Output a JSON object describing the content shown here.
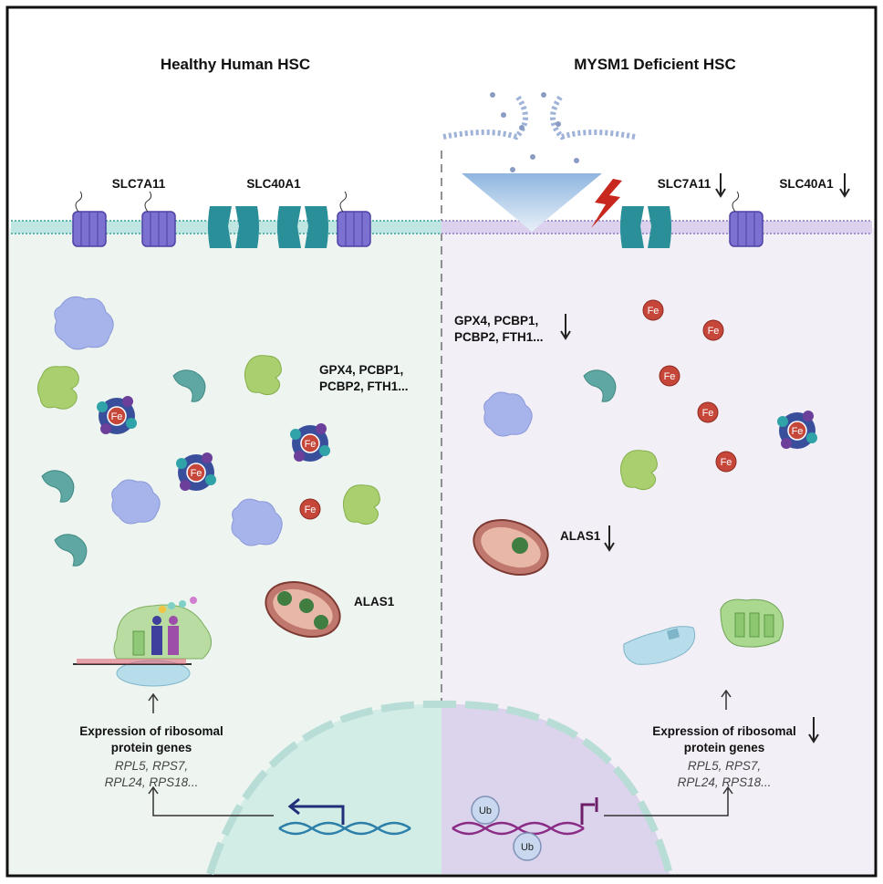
{
  "panels": {
    "left": {
      "title": "Healthy Human HSC",
      "transporters": [
        "SLC7A11",
        "SLC40A1"
      ],
      "proteins": [
        "GPX4, PCBP1,",
        "PCBP2, FTH1..."
      ],
      "enzyme": "ALAS1",
      "expression": [
        "Expression of ribosomal",
        "protein genes"
      ],
      "genes": [
        "RPL5, RPS7,",
        "RPL24, RPS18..."
      ]
    },
    "right": {
      "title": "MYSM1 Deficient HSC",
      "transporters": [
        "SLC7A11",
        "SLC40A1"
      ],
      "proteins": [
        "GPX4, PCBP1,",
        "PCBP2, FTH1..."
      ],
      "enzyme": "ALAS1",
      "expression": [
        "Expression of ribosomal",
        "protein genes"
      ],
      "genes": [
        "RPL5, RPS7,",
        "RPL24, RPS18..."
      ]
    }
  },
  "iron_label": "Fe",
  "ubiquitin_label": "Ub",
  "colors": {
    "left_bg": "#eef5f1",
    "right_bg": "#f3eff6",
    "membrane_left": "#7fc9c3",
    "membrane_right": "#b8a6d8",
    "iron": "#c6463a",
    "transporter_purple": "#7c70d0",
    "channel_teal": "#2a8f98"
  }
}
